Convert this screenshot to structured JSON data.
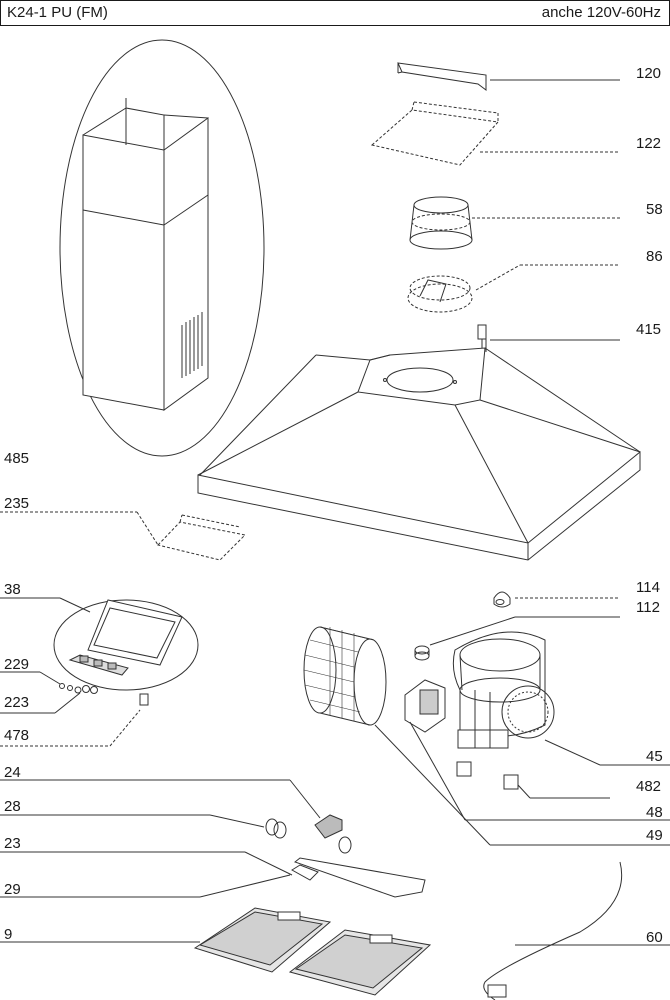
{
  "header": {
    "model": "K24-1 PU  (FM)",
    "voltage_note": "anche 120V-60Hz"
  },
  "part_labels": {
    "p120": "120",
    "p122": "122",
    "p58": "58",
    "p86": "86",
    "p415": "415",
    "p485": "485",
    "p235": "235",
    "p38": "38",
    "p114": "114",
    "p112": "112",
    "p229": "229",
    "p223": "223",
    "p478": "478",
    "p45": "45",
    "p482": "482",
    "p24": "24",
    "p48": "48",
    "p28": "28",
    "p49": "49",
    "p23": "23",
    "p29": "29",
    "p9": "9",
    "p60": "60"
  }
}
